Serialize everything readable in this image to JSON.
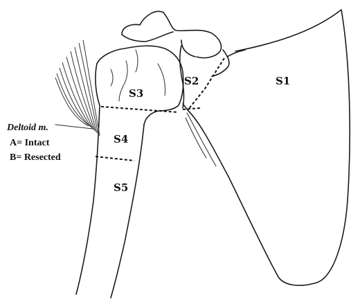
{
  "zones": {
    "s1": "S1",
    "s2": "S2",
    "s3": "S3",
    "s4": "S4",
    "s5": "S5"
  },
  "legend": {
    "title": "Deltoid m.",
    "item_a": "A= Intact",
    "item_b": "B= Resected"
  }
}
